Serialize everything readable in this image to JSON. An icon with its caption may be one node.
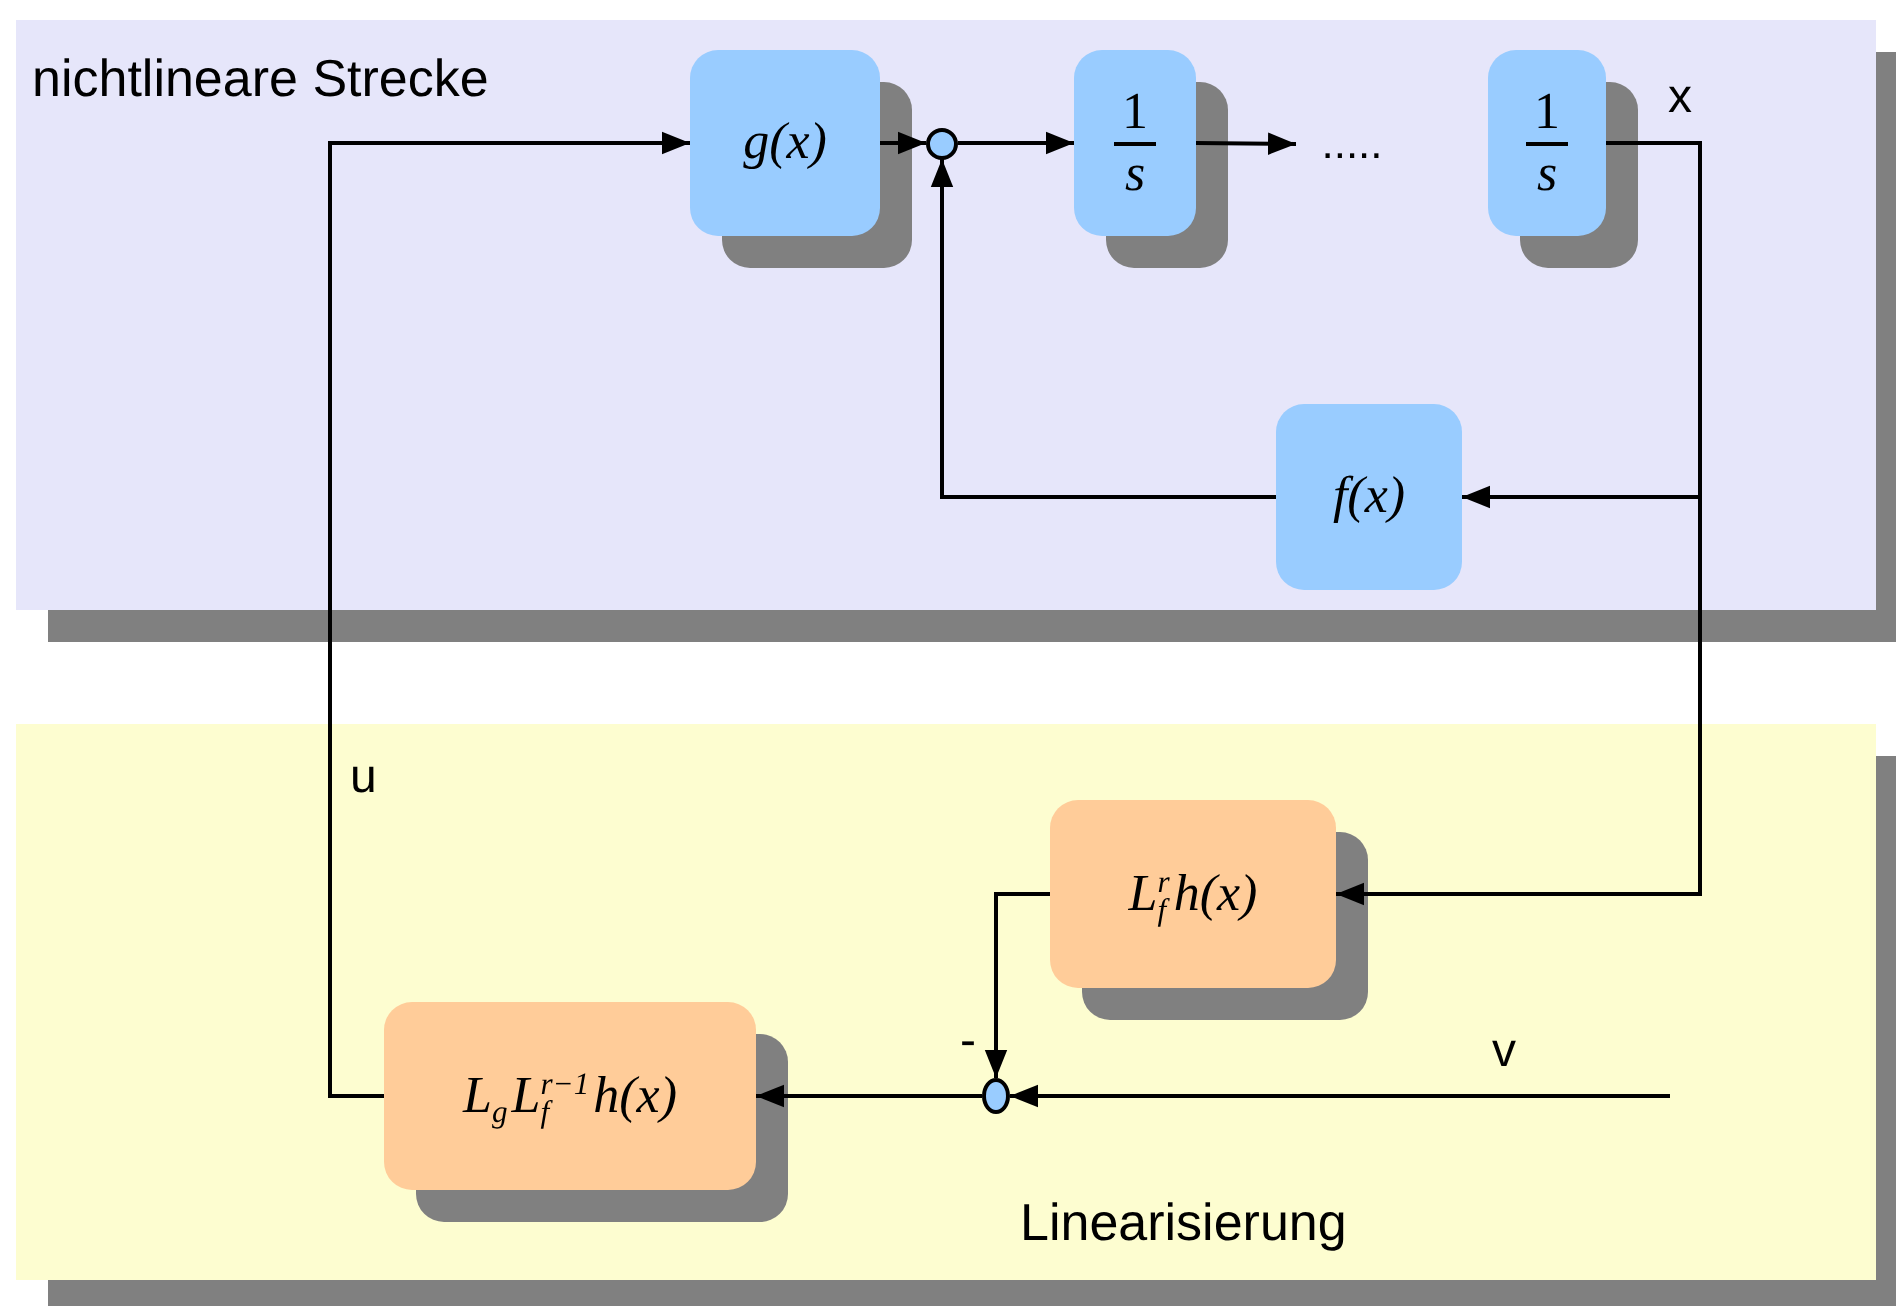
{
  "diagram": {
    "nodes": [
      {
        "text": [
          "nichtlineare Strecke"
        ]
      },
      {
        "text": [
          "g(x)"
        ],
        "in": 0
      },
      {
        "text": [],
        "shape": "circle",
        "in": 0
      },
      {
        "text": [
          "1",
          "s"
        ],
        "in": 0
      },
      {
        "text": [
          "....."
        ],
        "in": 0
      },
      {
        "text": [
          "1",
          "s"
        ],
        "in": 0
      },
      {
        "text": [
          "f(x)"
        ],
        "in": 0
      },
      {
        "text": [
          "Linearisierung"
        ]
      },
      {
        "text": [
          "L$^{r}$$_{f}$h(x)"
        ],
        "in": 7
      },
      {
        "text": [],
        "shape": "circle",
        "in": 7
      },
      {
        "text": [
          "L$_{g}$L$^{r−1}$$_{f}$h(x)"
        ],
        "in": 7
      }
    ],
    "edges": [
      {
        "from": 1,
        "to": 2,
        "arrow": "to"
      },
      {
        "from": 2,
        "to": 3,
        "arrow": "to"
      },
      {
        "from": 3,
        "to": 4,
        "arrow": "to"
      },
      {
        "from": 5,
        "to": 6,
        "arrow": "to",
        "label": "x"
      },
      {
        "from": 5,
        "to": 8,
        "arrow": "to"
      },
      {
        "from": 6,
        "to": 2,
        "arrow": "to"
      },
      {
        "from": 8,
        "to": 9,
        "arrow": "to",
        "label": "-"
      },
      {
        "from": null,
        "to": 9,
        "arrow": "to",
        "label": "v"
      },
      {
        "from": 9,
        "to": 10,
        "arrow": "to"
      },
      {
        "from": 10,
        "to": 1,
        "arrow": "to",
        "label": "u"
      }
    ]
  }
}
